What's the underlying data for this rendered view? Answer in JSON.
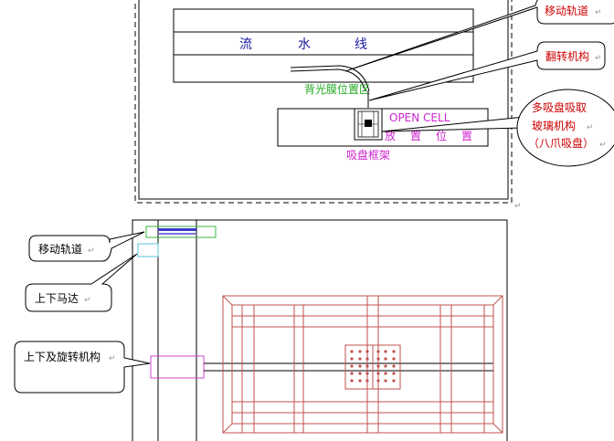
{
  "top_view": {
    "line_label": [
      "流",
      "水",
      "线"
    ],
    "backlight_label": "背光膜位置区",
    "open_cell_label": "OPEN CELL",
    "placement_label": [
      "放",
      "置",
      "位",
      "置"
    ],
    "suction_frame_label": "吸盘框架"
  },
  "callouts_top": {
    "moving_track": "移动轨道",
    "flip_mechanism": "翻转机构",
    "suction_line1": "多吸盘吸取",
    "suction_line2": "玻璃机构",
    "suction_line3": "（八爪吸盘）"
  },
  "callouts_side": {
    "moving_track": "移动轨道",
    "updown_motor": "上下马达",
    "updown_rotate": "上下及旋转机构"
  },
  "return_mark": "↵",
  "colors": {
    "outline": "#000000",
    "callout_red": "#cc0000",
    "line_blue": "#1a1aa0",
    "backlight_green": "#22aa22",
    "magenta": "#cc22cc",
    "frame_brown": "#c0504d",
    "track_green": "#3cb043",
    "motor_cyan": "#5bc0de"
  }
}
